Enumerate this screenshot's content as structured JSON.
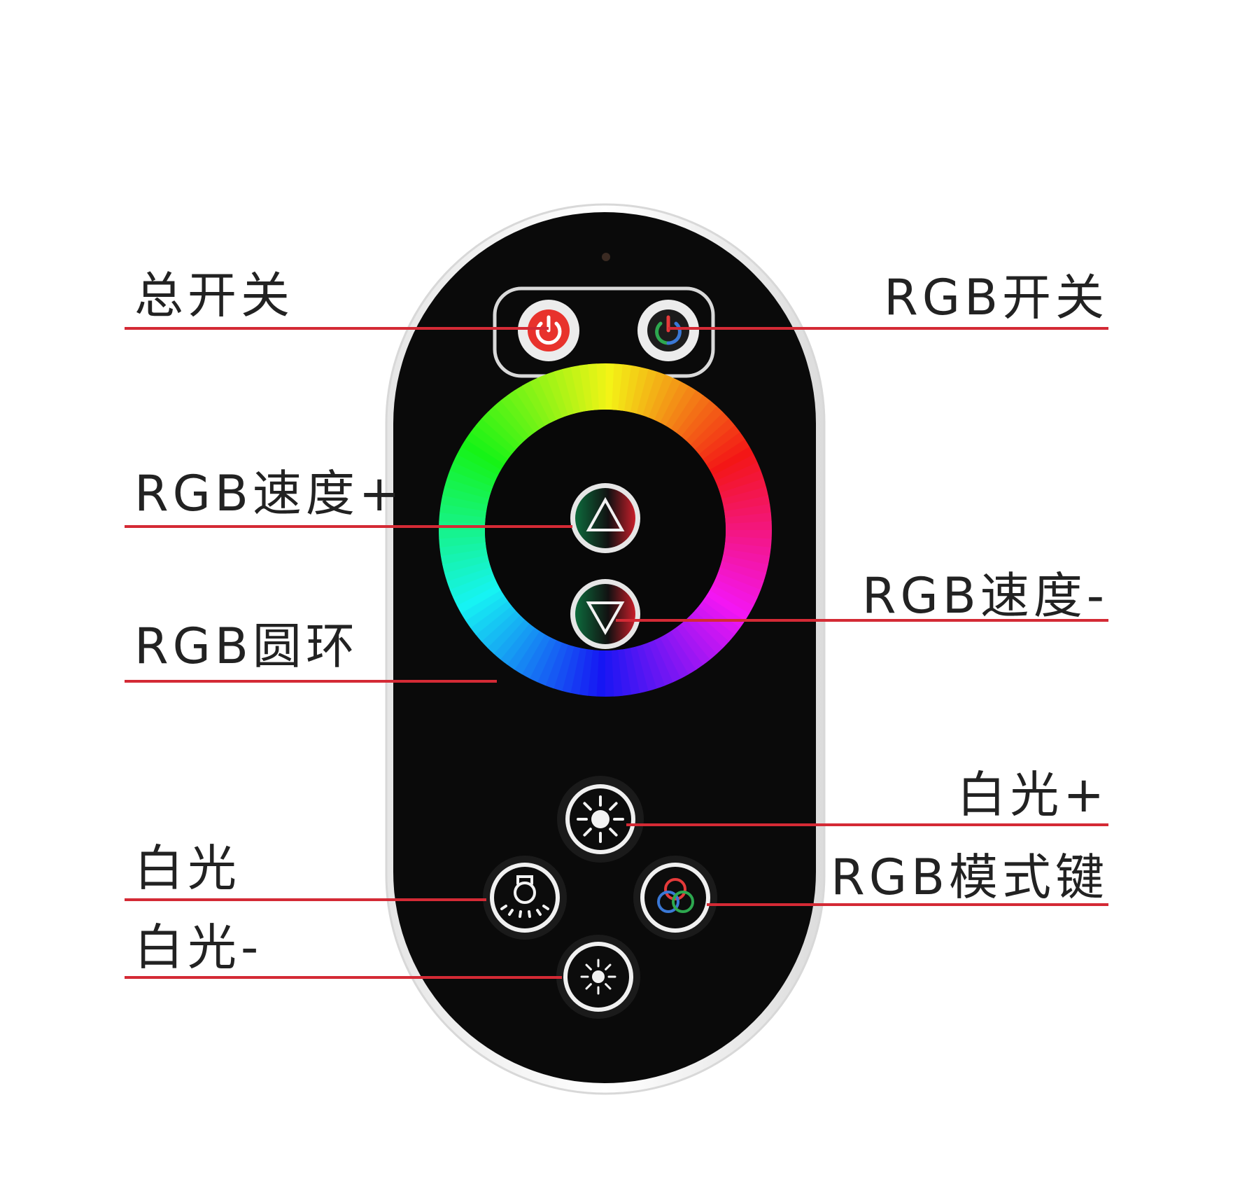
{
  "labels": {
    "master_power": "总开关",
    "rgb_power": "RGB开关",
    "rgb_speed_up": "RGB速度+",
    "rgb_speed_down": "RGB速度-",
    "rgb_ring": "RGB圆环",
    "white_up": "白光+",
    "rgb_mode": "RGB模式键",
    "white": "白光",
    "white_down": "白光-"
  },
  "colors": {
    "line": "#d42a35",
    "remote_body": "#0a0a0a",
    "remote_rim": "#f4f4f4",
    "power_red": "#e8322c"
  },
  "icons": {
    "master_power": "power-icon",
    "rgb_power": "power-icon",
    "rgb_speed_up": "triangle-up-icon",
    "rgb_speed_down": "triangle-down-icon",
    "white_up": "sun-icon",
    "white": "bulb-icon",
    "white_down": "sun-small-icon",
    "rgb_mode": "rgb-circles-icon"
  }
}
